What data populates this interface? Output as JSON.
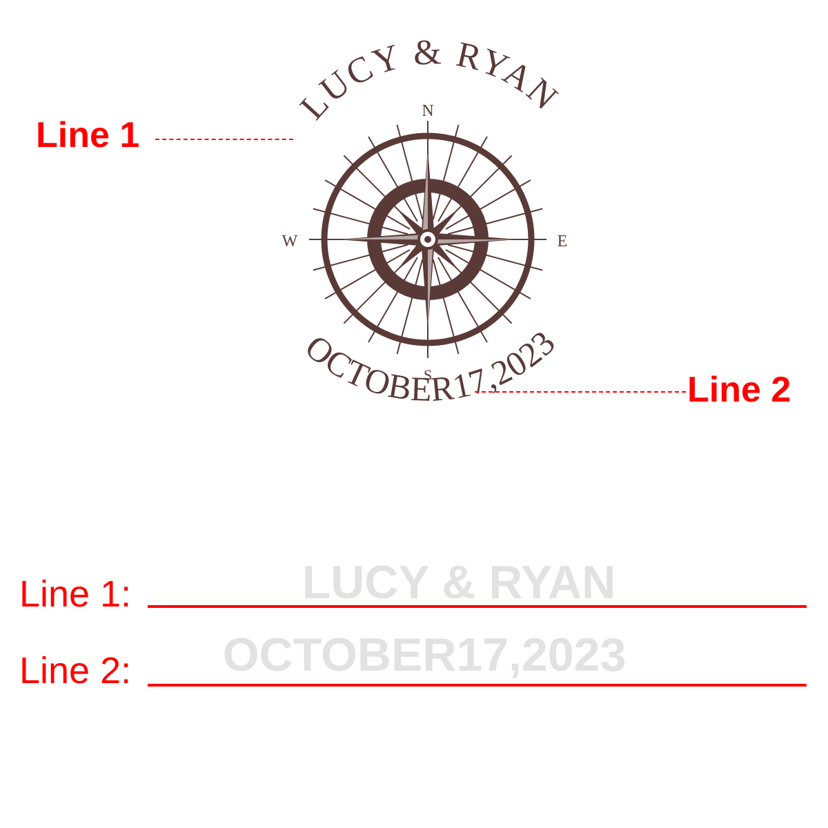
{
  "emblem": {
    "line1_text": "LUCY & RYAN",
    "line2_text": "OCTOBER17,2023",
    "directions": {
      "north": "N",
      "south": "S",
      "east": "E",
      "west": "W"
    },
    "ink_color": "#5a3a37",
    "icon": "compass-rose-icon"
  },
  "callouts": {
    "line1_label": "Line 1",
    "line2_label": "Line 2",
    "color": "#ff0000"
  },
  "form": {
    "line1_label": "Line 1:",
    "line1_value": "LUCY & RYAN",
    "line2_label": "Line 2:",
    "line2_value": "OCTOBER17,2023",
    "rule_color": "#ff0000",
    "value_color": "#e2e2e2"
  }
}
